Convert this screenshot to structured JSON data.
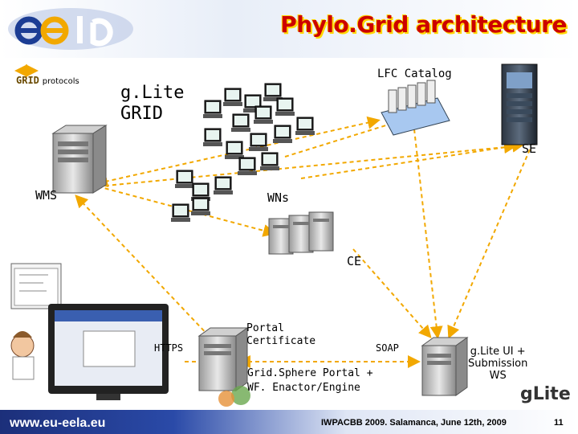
{
  "slide": {
    "title": "Phylo.Grid architecture",
    "grid_protocols_label": "GRID",
    "grid_protocols_sub": "protocols",
    "glite_grid_line1": "g.Lite",
    "glite_grid_line2": "GRID",
    "lfc_catalog": "LFC Catalog",
    "se": "SE",
    "wms": "WMS",
    "wns": "WNs",
    "ce": "CE",
    "https": "HTTPS",
    "portal_cert_line1": "Portal",
    "portal_cert_line2": "Certificate",
    "soap": "SOAP",
    "gridsphere_line1": "Grid.Sphere Portal +",
    "gridsphere_line2": "WF. Enactor/Engine",
    "glite_ui_line1": "g.Lite UI +",
    "glite_ui_line2": "Submission",
    "glite_ui_line3": "WS",
    "glite_logo": "gLite"
  },
  "footer": {
    "url": "www.eu-eela.eu",
    "conference": "IWPACBB 2009. Salamanca, June 12th, 2009",
    "page": "11"
  },
  "colors": {
    "title": "#cc0000",
    "arrow": "#f2a800",
    "footer_bar": "#1c2f7a"
  }
}
